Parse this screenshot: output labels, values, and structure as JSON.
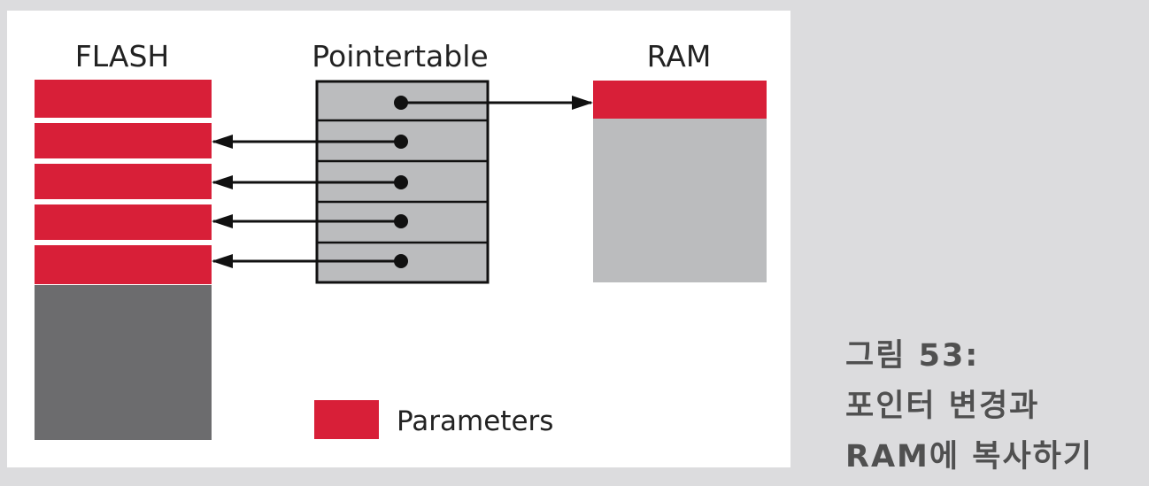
{
  "diagram": {
    "flash_label": "FLASH",
    "pointertable_label": "Pointertable",
    "ram_label": "RAM",
    "legend_label": "Parameters",
    "flash_parameter_blocks": 5,
    "pointer_rows": 5,
    "colors": {
      "parameter": "#d81f38",
      "flash_free": "#6c6c6e",
      "ram_free": "#bbbcbe",
      "pointer_cell": "#bbbcbe",
      "line": "#111111",
      "panel": "#ffffff",
      "page": "#dcdcde"
    }
  },
  "caption": {
    "line1": "그림 53:",
    "line2": "포인터 변경과",
    "line3": "RAM에 복사하기"
  }
}
